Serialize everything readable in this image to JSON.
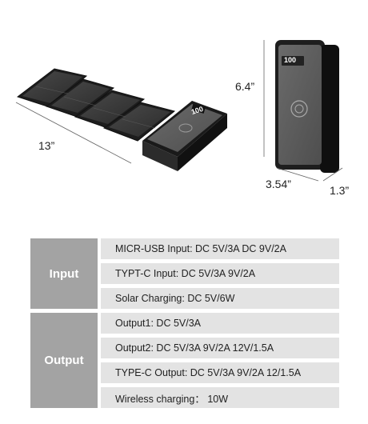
{
  "dimensions": {
    "length": "13”",
    "height": "6.4”",
    "width": "3.54”",
    "depth": "1.3”"
  },
  "display_readout": "100",
  "specs": [
    {
      "label": "Input",
      "rows": [
        "MICR-USB Input: DC 5V/3A  DC 9V/2A",
        "TYPT-C Input: DC 5V/3A  9V/2A",
        "Solar Charging: DC 5V/6W"
      ]
    },
    {
      "label": "Output",
      "rows": [
        "Output1: DC 5V/3A",
        "Output2: DC 5V/3A  9V/2A  12V/1.5A",
        "TYPE-C Output: DC 5V/3A  9V/2A  12/1.5A",
        "Wireless charging： 10W"
      ]
    }
  ]
}
